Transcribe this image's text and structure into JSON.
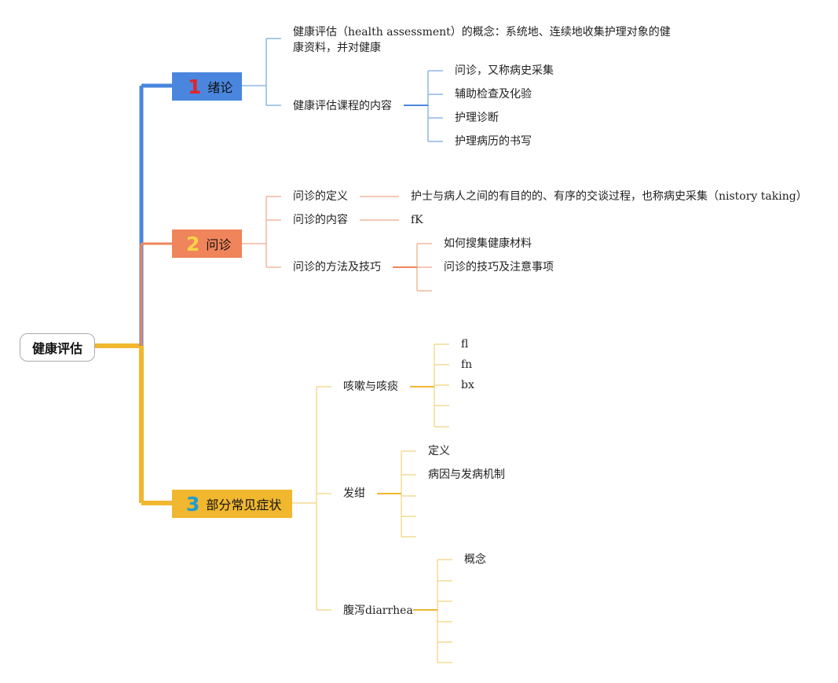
{
  "root": {
    "label": "健康评估"
  },
  "colors": {
    "blue": "#4a86de",
    "blue_light": "#8fb7e6",
    "orange": "#f0845a",
    "orange_light": "#f3b79e",
    "yellow": "#f0b72f",
    "yellow_light": "#f3dc93"
  },
  "cat1": {
    "number": "1",
    "label": "绪论",
    "number_color": "#e0242b",
    "bg": "#4a86de",
    "concept": "健康评估（health assessment）的概念：系统地、连续地收集护理对象的健康资料，并对健康",
    "course": "健康评估课程的内容",
    "course_items": [
      "问诊，又称病史采集",
      "辅助检查及化验",
      "护理诊断",
      "护理病历的书写"
    ]
  },
  "cat2": {
    "number": "2",
    "label": "问诊",
    "number_color": "#f7d348",
    "bg": "#f0845a",
    "definition_label": "问诊的定义",
    "definition_text": "护士与病人之间的有目的的、有序的交谈过程，也称病史采集（nistory taking）",
    "content_label": "问诊的内容",
    "content_text": "fK",
    "method_label": "问诊的方法及技巧",
    "method_items": [
      "如何搜集健康材料",
      "问诊的技巧及注意事项"
    ]
  },
  "cat3": {
    "number": "3",
    "label": "部分常见症状",
    "number_color": "#1d9bd6",
    "bg": "#f0b72f",
    "cough": {
      "label": "咳嗽与咳痰",
      "items": [
        "fl",
        "fn",
        "bx"
      ]
    },
    "cyanosis": {
      "label": "发绀",
      "items": [
        "定义",
        "病因与发病机制"
      ]
    },
    "diarrhea": {
      "label": "腹泻diarrhea",
      "items": [
        "概念"
      ]
    }
  }
}
